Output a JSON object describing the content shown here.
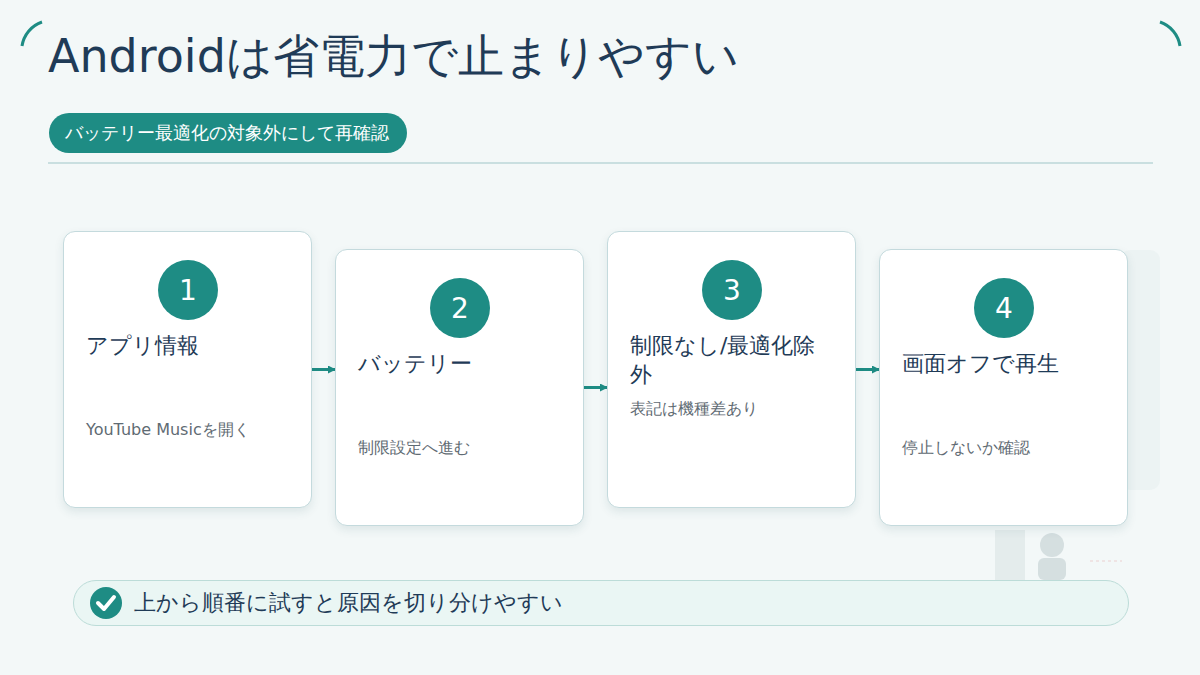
{
  "diagram": {
    "title": "Androidは省電力で止まりやすい",
    "nodes": [
      {
        "text": [
          "バッテリー最適化の対象外にして再確認"
        ]
      },
      {
        "text": [
          "アプリ情報",
          "YouTube Musicを開く"
        ]
      },
      {
        "text": [
          "1"
        ],
        "in": 1
      },
      {
        "text": [
          "バッテリー",
          "制限設定へ進む"
        ]
      },
      {
        "text": [
          "2"
        ],
        "in": 3
      },
      {
        "text": [
          "制限なし/最適化除外",
          "表記は機種差あり"
        ]
      },
      {
        "text": [
          "3"
        ],
        "in": 5
      },
      {
        "text": [
          "画面オフで再生",
          "停止しないか確認"
        ]
      },
      {
        "text": [
          "4"
        ],
        "in": 7
      },
      {
        "text": [
          "上から順番に試すと原因を切り分けやすい"
        ]
      }
    ],
    "edges": [
      {
        "from": 1,
        "to": 3,
        "arrow": "to"
      },
      {
        "from": 3,
        "to": 5,
        "arrow": "to"
      },
      {
        "from": 5,
        "to": 7,
        "arrow": "to"
      }
    ]
  }
}
